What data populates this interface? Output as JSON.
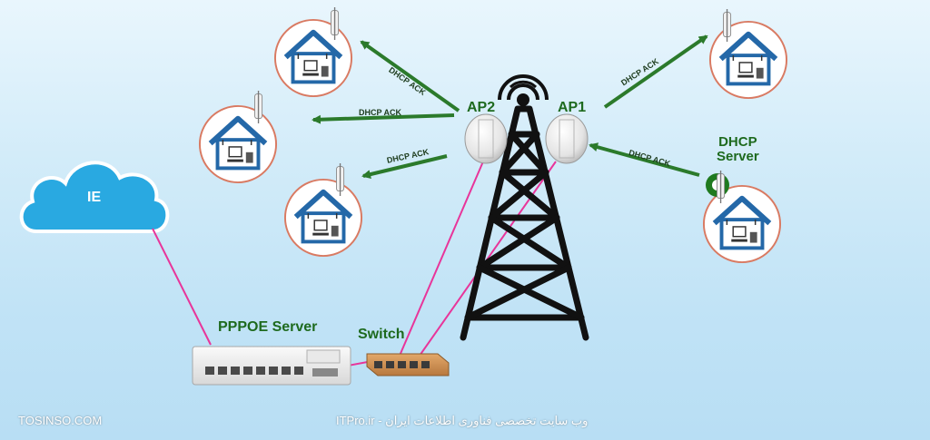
{
  "labels": {
    "ap1": "AP1",
    "ap2": "AP2",
    "dhcp_server": "DHCP\nServer",
    "dhcp_server_line1": "DHCP",
    "dhcp_server_line2": "Server",
    "ie": "IE",
    "pppoe_server": "PPPOE Server",
    "switch": "Switch"
  },
  "arrows": {
    "ack1": "DHCP ACK",
    "ack2": "DHCP ACK",
    "ack3": "DHCP ACK",
    "ack4": "DHCP ACK",
    "ack5": "DHCP ACK"
  },
  "footer": {
    "left": "TOSINSO.COM",
    "right": "ITPro.ir - وب سایت تخصصی فناوری اطلاعات ایران"
  },
  "colors": {
    "arrow": "#2b7a2b",
    "cable": "#e8359a",
    "cloud": "#29a9e1",
    "label_green": "#1e6a1e",
    "house": "#2468a8",
    "tower": "#111111",
    "switch": "#c98a4a"
  }
}
